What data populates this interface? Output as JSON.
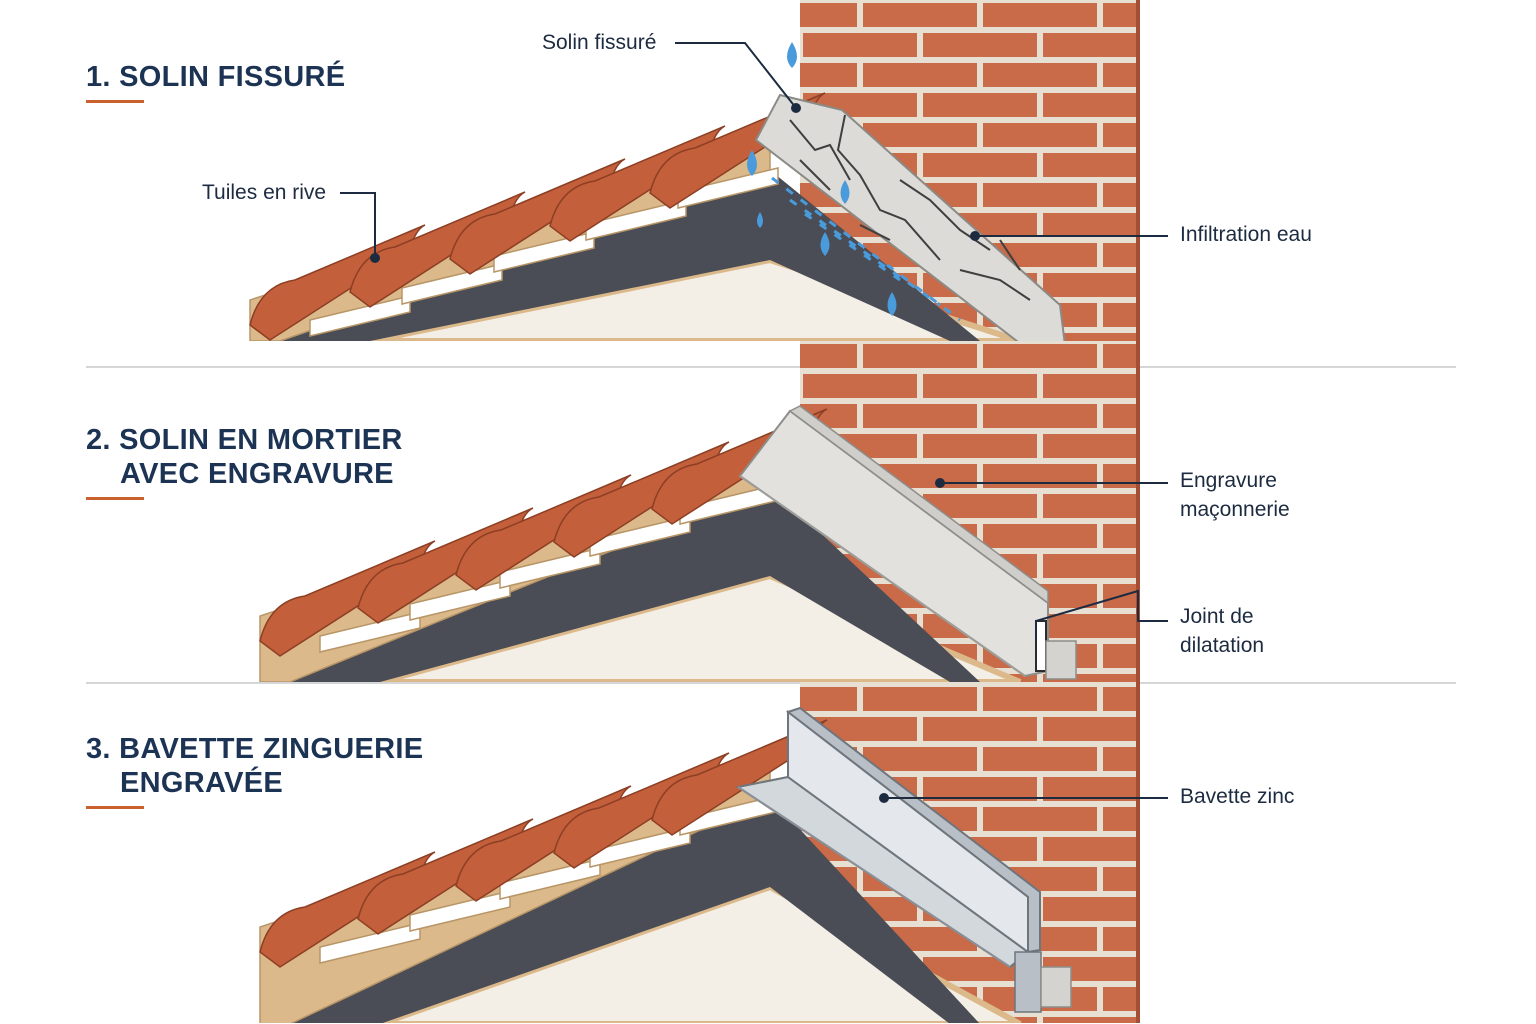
{
  "palette": {
    "title": "#1c3354",
    "accent": "#c9622f",
    "brick": "#c96a48",
    "mortar": "#e8dfd3",
    "tile": "#c35f3a",
    "batten": "#dcb98a",
    "underlay": "#4a4d55",
    "mortar_flashing": "#d9d8d4",
    "zinc": "#c9ced3",
    "water": "#4a9bdc",
    "leader": "#1d2b40"
  },
  "panels": [
    {
      "title_line1": "1. SOLIN FISSURÉ",
      "title_line2": "",
      "callouts": [
        "Solin fissuré",
        "Tuiles en rive",
        "Infiltration eau"
      ]
    },
    {
      "title_line1": "2. SOLIN EN MORTIER",
      "title_line2": "AVEC ENGRAVURE",
      "callouts": [
        "Engravure",
        "maçonnerie",
        "Joint de",
        "dilatation"
      ]
    },
    {
      "title_line1": "3. BAVETTE ZINGUERIE",
      "title_line2": "ENGRAVÉE",
      "callouts": [
        "Bavette zinc"
      ]
    }
  ]
}
